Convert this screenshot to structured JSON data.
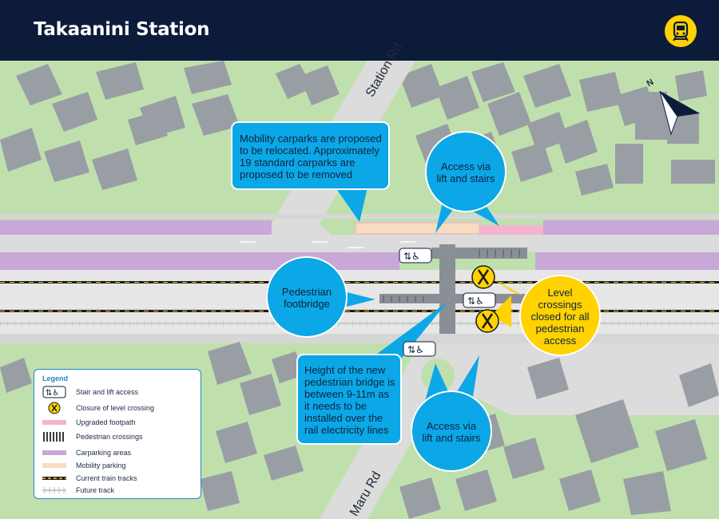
{
  "header": {
    "title": "Takaanini Station",
    "icon": "train-icon",
    "bg_color": "#0c1b3a",
    "accent_color": "#ffd200"
  },
  "map": {
    "road_labels": {
      "station_rd": "Station Rd",
      "maru_rd": "Maru Rd"
    },
    "north_label": "N",
    "callouts": {
      "mobility": "Mobility carparks are proposed to be relocated. Approximately 19 standard carparks are proposed to be removed",
      "access_top": "Access via lift and stairs",
      "footbridge": "Pedestrian footbridge",
      "level_crossings": "Level crossings closed for all pedestrian access",
      "height": "Height of the new pedestrian bridge is between 9-11m as it needs to be installed over the rail electricity lines",
      "access_bottom": "Access via lift and stairs"
    },
    "colors": {
      "callout": "#0ca7e6",
      "level_crossing_callout": "#ffd200",
      "grass": "#bfe0ad",
      "building": "#999ea4",
      "carpark": "#c8a8d8",
      "footpath": "#f4b4d0",
      "mobility": "#f7dcc0"
    }
  },
  "legend": {
    "title": "Legend",
    "items": [
      {
        "label": "Stair and lift access",
        "icon": "stair-lift-icon"
      },
      {
        "label": "Closure of level crossing",
        "icon": "level-crossing-closure-icon"
      },
      {
        "label": "Upgraded footpath",
        "icon": "footpath-swatch"
      },
      {
        "label": "Pedestrian crossings",
        "icon": "pedestrian-crossing-swatch"
      },
      {
        "label": "Carparking areas",
        "icon": "carpark-swatch"
      },
      {
        "label": "Mobility parking",
        "icon": "mobility-parking-swatch"
      },
      {
        "label": "Current train tracks",
        "icon": "current-track-swatch"
      },
      {
        "label": "Future track",
        "icon": "future-track-swatch"
      }
    ]
  }
}
